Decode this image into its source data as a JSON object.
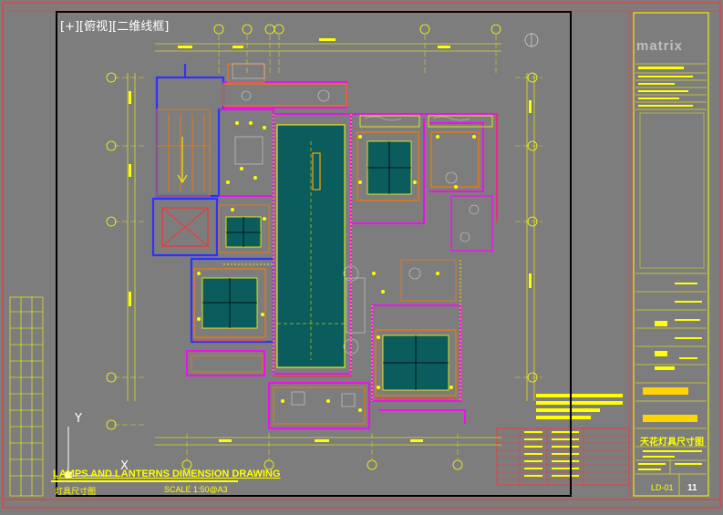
{
  "viewport": {
    "label": "[+][俯视][二维线框]"
  },
  "drawing": {
    "title": "LAMPS AND LANTERNS DIMENSION DRAWING",
    "title_cn": "灯具尺寸图",
    "scale": "SCALE 1:50@A3"
  },
  "title_block": {
    "logo": "matrix",
    "sheet_title_cn": "天花灯具尺寸图",
    "drawing_code": "LD-01",
    "sheet_number": "11"
  },
  "ucs": {
    "x_label": "X",
    "y_label": "Y"
  },
  "colors": {
    "background": "#7d7d7d",
    "border_red": "#ff0000",
    "viewport_black": "#000000",
    "dimension_yellow": "#ffff00",
    "wall_magenta": "#ff00ff",
    "wall_blue": "#3030ff",
    "wood_orange": "#e07a1a",
    "teal_fill": "#0b5d5d"
  }
}
